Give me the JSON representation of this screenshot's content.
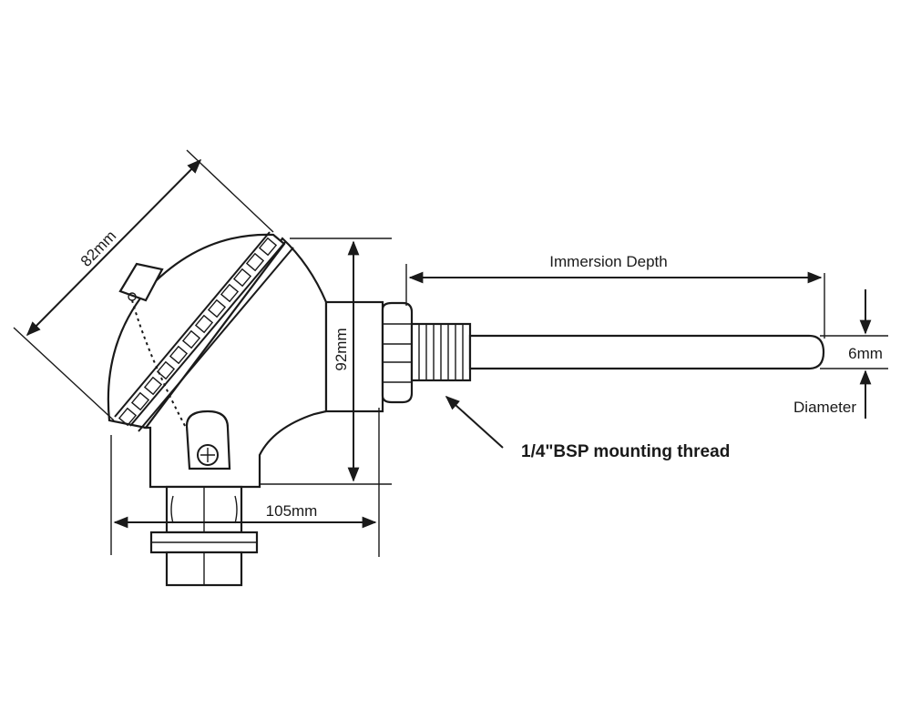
{
  "labels": {
    "dim_diagonal": "82mm",
    "dim_height": "92mm",
    "dim_width": "105mm",
    "immersion_depth": "Immersion Depth",
    "diameter_value": "6mm",
    "diameter_label": "Diameter",
    "thread_callout": "1/4\"BSP mounting thread"
  },
  "colors": {
    "line": "#1a1a1a",
    "background": "#ffffff"
  }
}
